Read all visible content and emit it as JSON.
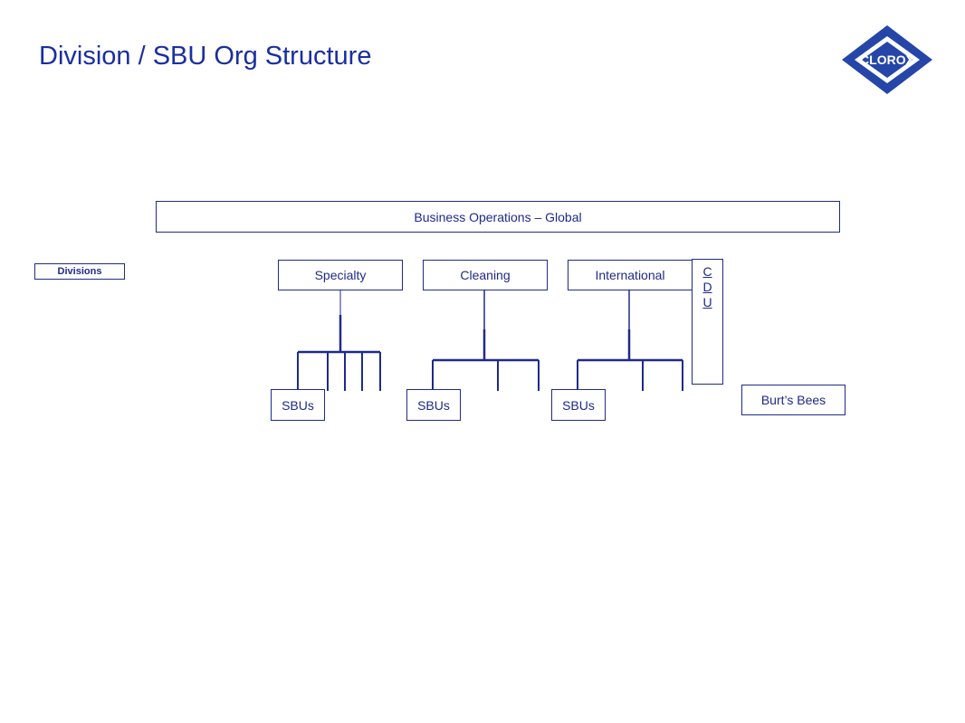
{
  "header": {
    "title": "Division / SBU Org Structure"
  },
  "logo": {
    "text": "CLOROX",
    "color": "#1f3a9e"
  },
  "chart": {
    "top_box": "Business Operations – Global",
    "row_label": "Divisions",
    "divisions": [
      {
        "label": "Specialty",
        "sbu_label": "SBUs"
      },
      {
        "label": "Cleaning",
        "sbu_label": "SBUs"
      },
      {
        "label": "International",
        "sbu_label": "SBUs"
      }
    ],
    "cdu_letters": [
      "C",
      "D",
      "U"
    ],
    "burts_bees": "Burt’s Bees"
  },
  "colors": {
    "title": "#1a2fa0",
    "line": "#1f2a8a"
  }
}
